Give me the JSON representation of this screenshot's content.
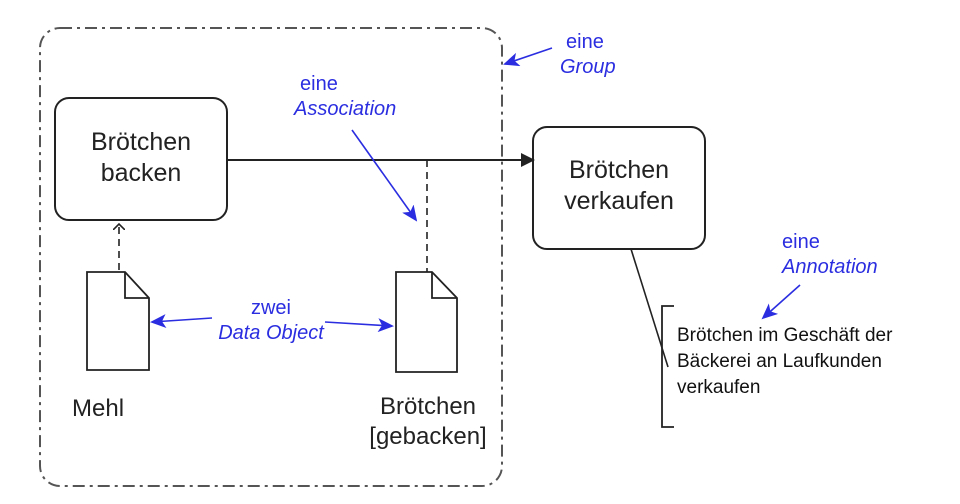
{
  "diagram": {
    "tasks": {
      "bake": {
        "line1": "Brötchen",
        "line2": "backen"
      },
      "sell": {
        "line1": "Brötchen",
        "line2": "verkaufen"
      }
    },
    "data_objects": {
      "flour": {
        "label": "Mehl"
      },
      "rolls": {
        "line1": "Brötchen",
        "line2": "[gebacken]"
      }
    },
    "text_annotation": {
      "line1": "Brötchen im Geschäft der",
      "line2": "Bäckerei an Laufkunden",
      "line3": "verkaufen"
    },
    "callouts": {
      "group": {
        "line1": "eine",
        "line2": "Group"
      },
      "association": {
        "line1": "eine",
        "line2": "Association"
      },
      "data_object": {
        "line1": "zwei",
        "line2": "Data Object"
      },
      "annotation": {
        "line1": "eine",
        "line2": "Annotation"
      }
    }
  },
  "colors": {
    "diagram_stroke": "#222222",
    "callout": "#2b2ee0"
  }
}
